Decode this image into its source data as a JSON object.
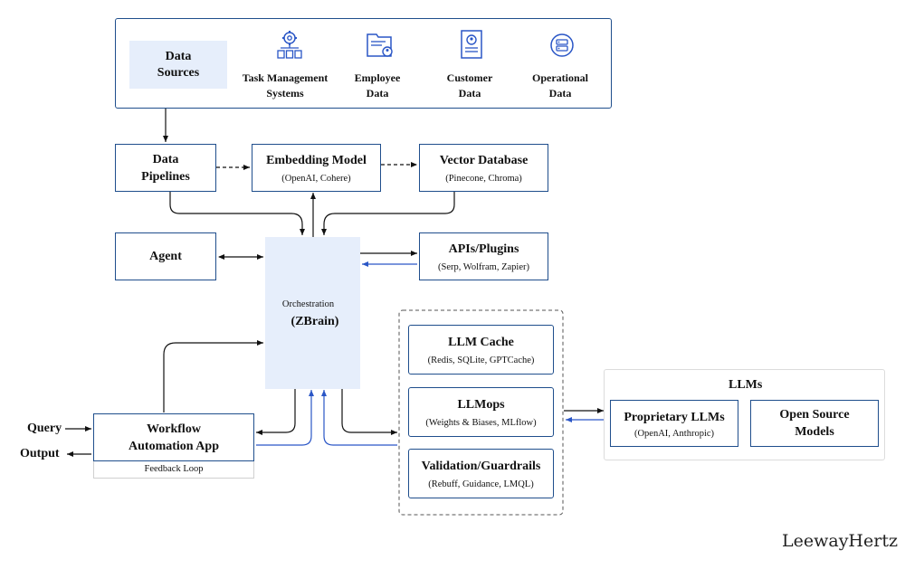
{
  "data_sources": {
    "title_line1": "Data",
    "title_line2": "Sources",
    "items": [
      {
        "line1": "Task Management",
        "line2": "Systems",
        "icon": "gear-network-icon"
      },
      {
        "line1": "Employee",
        "line2": "Data",
        "icon": "employee-folder-icon"
      },
      {
        "line1": "Customer",
        "line2": "Data",
        "icon": "customer-profile-icon"
      },
      {
        "line1": "Operational",
        "line2": "Data",
        "icon": "database-cycle-icon"
      }
    ]
  },
  "data_pipelines": {
    "line1": "Data",
    "line2": "Pipelines"
  },
  "embedding_model": {
    "title": "Embedding Model",
    "subtitle": "(OpenAI, Cohere)"
  },
  "vector_database": {
    "title": "Vector Database",
    "subtitle": "(Pinecone, Chroma)"
  },
  "agent": {
    "title": "Agent"
  },
  "apis_plugins": {
    "title": "APIs/Plugins",
    "subtitle": "(Serp, Wolfram, Zapier)"
  },
  "orchestration": {
    "label": "Orchestration",
    "name": "(ZBrain)"
  },
  "llm_cache": {
    "title": "LLM Cache",
    "subtitle": "(Redis, SQLite, GPTCache)"
  },
  "llmops": {
    "title": "LLMops",
    "subtitle": "(Weights & Biases, MLflow)"
  },
  "validation": {
    "title": "Validation/Guardrails",
    "subtitle": "(Rebuff, Guidance, LMQL)"
  },
  "llms": {
    "title": "LLMs",
    "proprietary": {
      "title": "Proprietary LLMs",
      "subtitle": "(OpenAI, Anthropic)"
    },
    "open_source": {
      "line1": "Open Source",
      "line2": "Models"
    }
  },
  "workflow_app": {
    "line1": "Workflow",
    "line2": "Automation App",
    "feedback": "Feedback Loop"
  },
  "io": {
    "query": "Query",
    "output": "Output"
  },
  "brand": "LeewayHertz",
  "colors": {
    "border": "#1f4e8c",
    "light_fill": "#e6eefb",
    "blue_arrow": "#2a56c6",
    "black_arrow": "#111111"
  }
}
